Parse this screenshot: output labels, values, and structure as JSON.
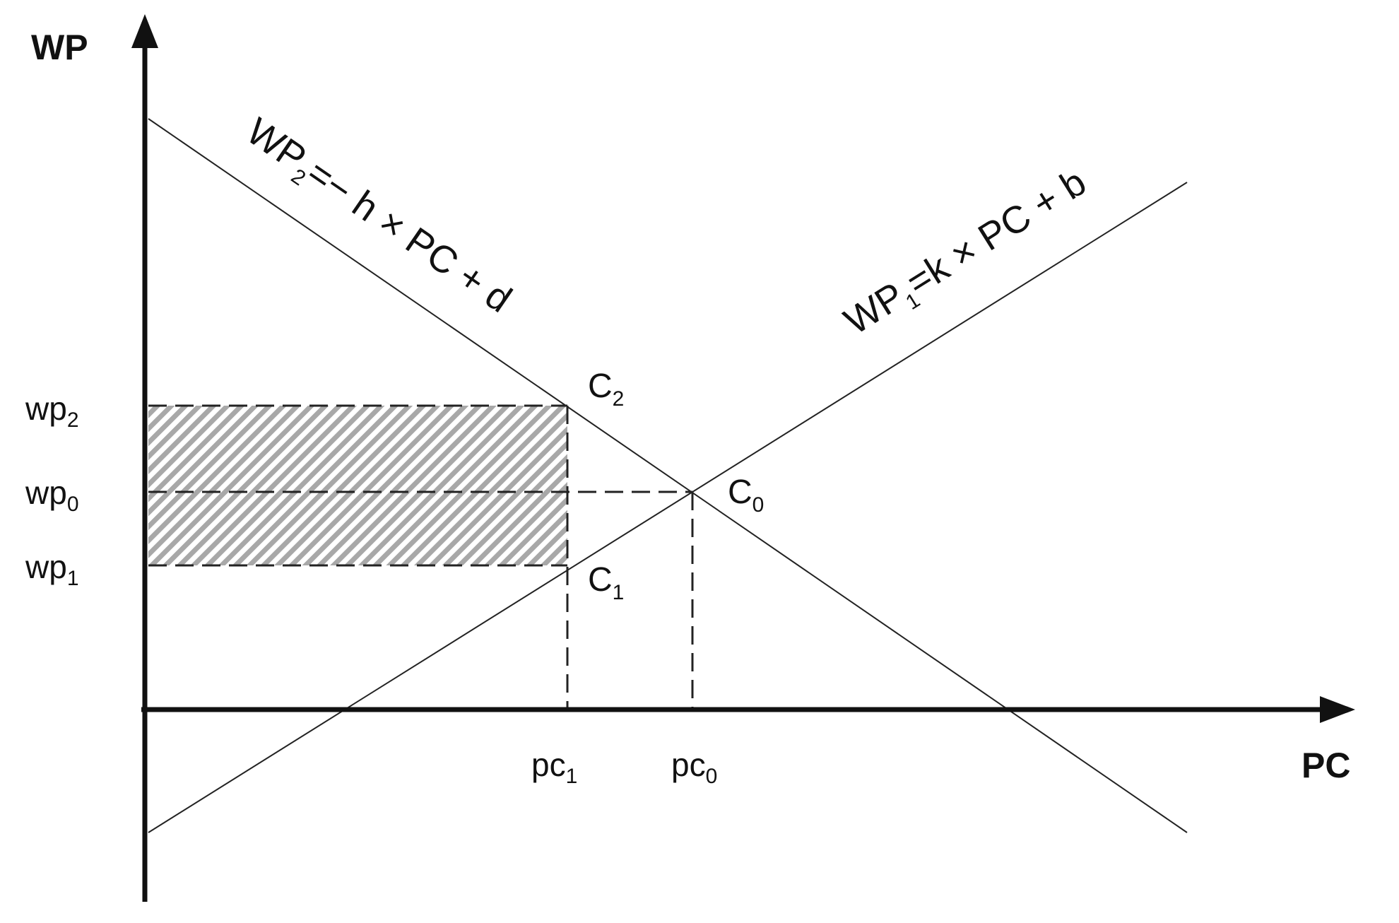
{
  "axes": {
    "y_title": "WP",
    "x_title": "PC"
  },
  "y_ticks": {
    "wp2": {
      "base": "wp",
      "sub": "2"
    },
    "wp0": {
      "base": "wp",
      "sub": "0"
    },
    "wp1": {
      "base": "wp",
      "sub": "1"
    }
  },
  "x_ticks": {
    "pc1": {
      "base": "pc",
      "sub": "1"
    },
    "pc0": {
      "base": "pc",
      "sub": "0"
    }
  },
  "points": {
    "c2": {
      "base": "C",
      "sub": "2"
    },
    "c0": {
      "base": "C",
      "sub": "0"
    },
    "c1": {
      "base": "C",
      "sub": "1"
    }
  },
  "equations": {
    "demand": {
      "lhs": "WP",
      "sub": "2",
      "rhs": "=− h × PC + d"
    },
    "supply": {
      "lhs": "WP",
      "sub": "1",
      "rhs": "=k × PC + b"
    }
  },
  "colors": {
    "line": "#222222",
    "hatch": "#a8a8a8",
    "text": "#111111"
  }
}
